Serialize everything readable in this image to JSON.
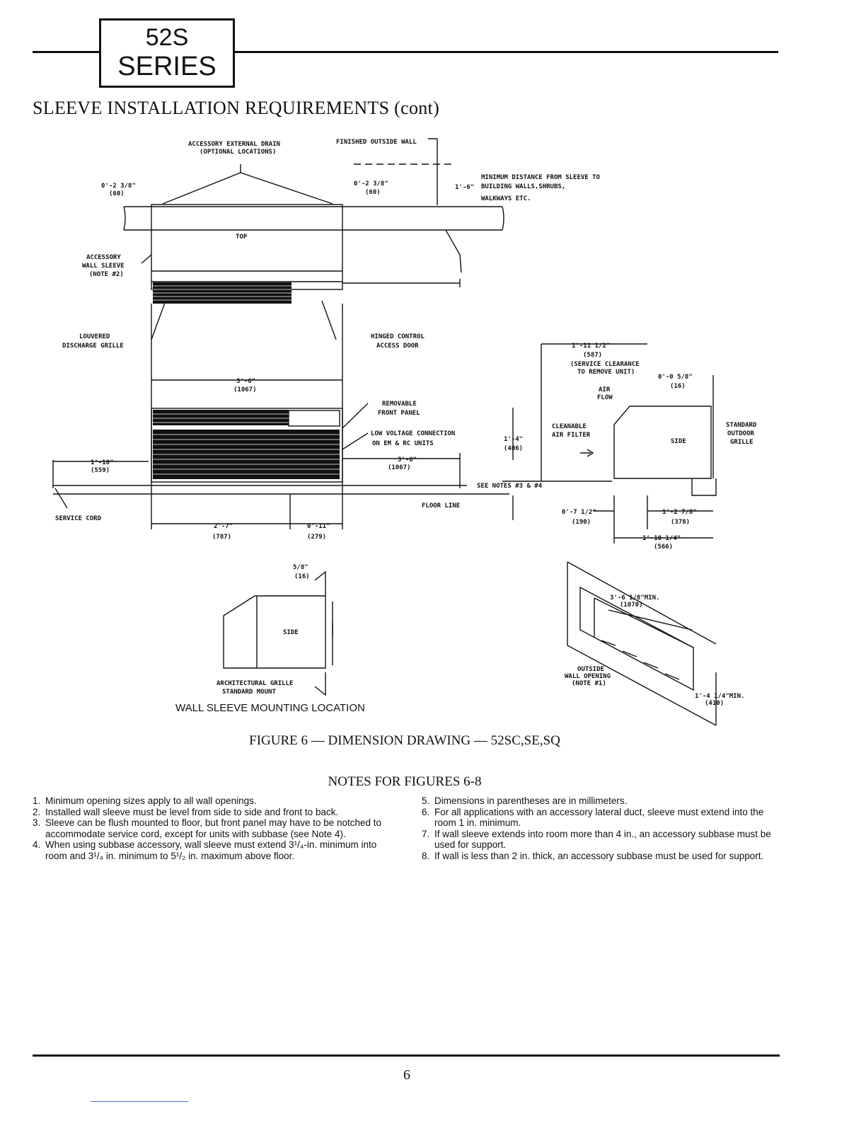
{
  "header": {
    "series_line1": "52S",
    "series_line2": "SERIES"
  },
  "section_title": "SLEEVE INSTALLATION REQUIREMENTS (cont)",
  "labels": {
    "accessory_drain_1": "ACCESSORY EXTERNAL DRAIN",
    "accessory_drain_2": "(OPTIONAL LOCATIONS)",
    "finished_wall": "FINISHED OUTSIDE WALL",
    "dim_left_top": "0'-2 3/8\"",
    "dim_left_top_mm": "(60)",
    "dim_right_top": "0'-2 3/8\"",
    "dim_right_top_mm": "(60)",
    "dim_1_6": "1'-6\"",
    "min_dist_1": "MINIMUM DISTANCE FROM SLEEVE TO",
    "min_dist_2": "BUILDING WALLS,SHRUBS,",
    "min_dist_3": "WALKWAYS ETC.",
    "top": "TOP",
    "acc_sleeve_1": "ACCESSORY",
    "acc_sleeve_2": "WALL SLEEVE",
    "acc_sleeve_3": "(NOTE #2)",
    "louvered_1": "LOUVERED",
    "louvered_2": "DISCHARGE GRILLE",
    "hinged_1": "HINGED CONTROL",
    "hinged_2": "ACCESS DOOR",
    "dim_3_6": "3'-6\"",
    "dim_3_6_mm": "(1067)",
    "removable_1": "REMOVABLE",
    "removable_2": "FRONT PANEL",
    "lowvolt_1": "LOW VOLTAGE CONNECTION",
    "lowvolt_2": "ON EM & RC UNITS",
    "dim_3_6b": "3'-6\"",
    "dim_3_6b_mm": "(1067)",
    "dim_1_10": "1'-10\"",
    "dim_1_10_mm": "(559)",
    "service_cord": "SERVICE CORD",
    "see_notes": "SEE NOTES #3 & #4",
    "floor_line": "FLOOR LINE",
    "dim_2_7": "2'-7\"",
    "dim_2_7_mm": "(787)",
    "dim_0_11": "0'-11\"",
    "dim_0_11_mm": "(279)",
    "dim_1_11": "1'-11 1/2\"",
    "dim_1_11_mm": "(587)",
    "svc_clear_1": "(SERVICE CLEARANCE",
    "svc_clear_2": "TO REMOVE UNIT)",
    "dim_0_0_5_8": "0'-0 5/8\"",
    "dim_0_0_5_8_mm": "(16)",
    "air_1": "AIR",
    "air_2": "FLOW",
    "cleanable_1": "CLEANABLE",
    "cleanable_2": "AIR FILTER",
    "side": "SIDE",
    "std_grille_1": "STANDARD",
    "std_grille_2": "OUTDOOR",
    "std_grille_3": "GRILLE",
    "dim_1_4": "1'-4\"",
    "dim_1_4_mm": "(406)",
    "dim_0_7": "0'-7 1/2\"",
    "dim_0_7_mm": "(190)",
    "dim_1_2": "1'-2 7/8\"",
    "dim_1_2_mm": "(378)",
    "dim_1_10q": "1'-10 1/4\"",
    "dim_1_10q_mm": "(566)",
    "dim_5_8": "5/8\"",
    "dim_5_8_mm": "(16)",
    "side2": "SIDE",
    "arch_1": "ARCHITECTURAL GRILLE",
    "arch_2": "STANDARD MOUNT",
    "dim_3_6_min": "3'-6 1/8\"MIN.",
    "dim_3_6_min_mm": "(1070)",
    "outside_1": "OUTSIDE",
    "outside_2": "WALL OPENING",
    "outside_3": "(NOTE #1)",
    "dim_1_4_min": "1'-4 1/4\"MIN.",
    "dim_1_4_min_mm": "(410)"
  },
  "wall_sleeve_caption": "WALL SLEEVE MOUNTING LOCATION",
  "figure_caption": "FIGURE 6 — DIMENSION DRAWING — 52SC,SE,SQ",
  "notes_title": "NOTES FOR FIGURES 6-8",
  "notes_left": [
    {
      "num": "1.",
      "text": "Minimum opening sizes apply to all wall openings."
    },
    {
      "num": "2.",
      "text": "Installed wall sleeve must be level from side to side and front to back."
    },
    {
      "num": "3.",
      "text": "Sleeve can be flush mounted to floor, but front panel may have to be notched to accommodate service cord, except for units with subbase (see Note 4)."
    },
    {
      "num": "4.",
      "text": "When using subbase accessory, wall sleeve must extend 3¹/₄-in. minimum into room and 3¹/₄ in. minimum to 5¹/₂ in. maximum above floor."
    }
  ],
  "notes_right": [
    {
      "num": "5.",
      "text": "Dimensions in parentheses are in millimeters."
    },
    {
      "num": "6.",
      "text": "For all applications with an accessory lateral duct, sleeve must extend into the room 1 in. minimum."
    },
    {
      "num": "7.",
      "text": "If wall sleeve extends into room more than 4 in., an accessory subbase must be used for support."
    },
    {
      "num": "8.",
      "text": "If wall is less than 2 in. thick, an accessory subbase must be used for support."
    }
  ],
  "page_number": "6"
}
